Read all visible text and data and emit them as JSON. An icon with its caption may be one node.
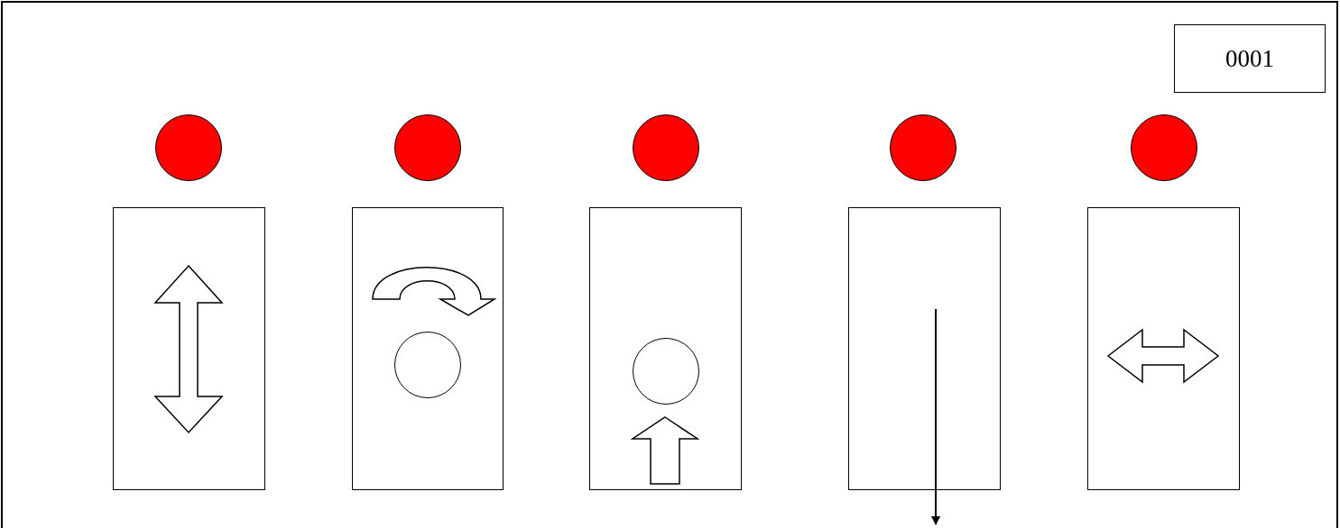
{
  "diagram": {
    "nodes": [
      {
        "text": [
          "0001"
        ]
      },
      {
        "text": [],
        "shape": "circle"
      },
      {
        "text": [],
        "shape": "circle"
      },
      {
        "text": [],
        "shape": "circle"
      },
      {
        "text": [],
        "shape": "circle"
      },
      {
        "text": [],
        "shape": "circle"
      },
      {
        "text": [],
        "shape": "box"
      },
      {
        "text": [],
        "shape": "box"
      },
      {
        "text": [],
        "shape": "box"
      },
      {
        "text": [],
        "shape": "box"
      },
      {
        "text": [],
        "shape": "box"
      },
      {
        "text": [],
        "shape": "circle",
        "in": 7
      },
      {
        "text": [],
        "shape": "circle",
        "in": 8
      }
    ]
  }
}
